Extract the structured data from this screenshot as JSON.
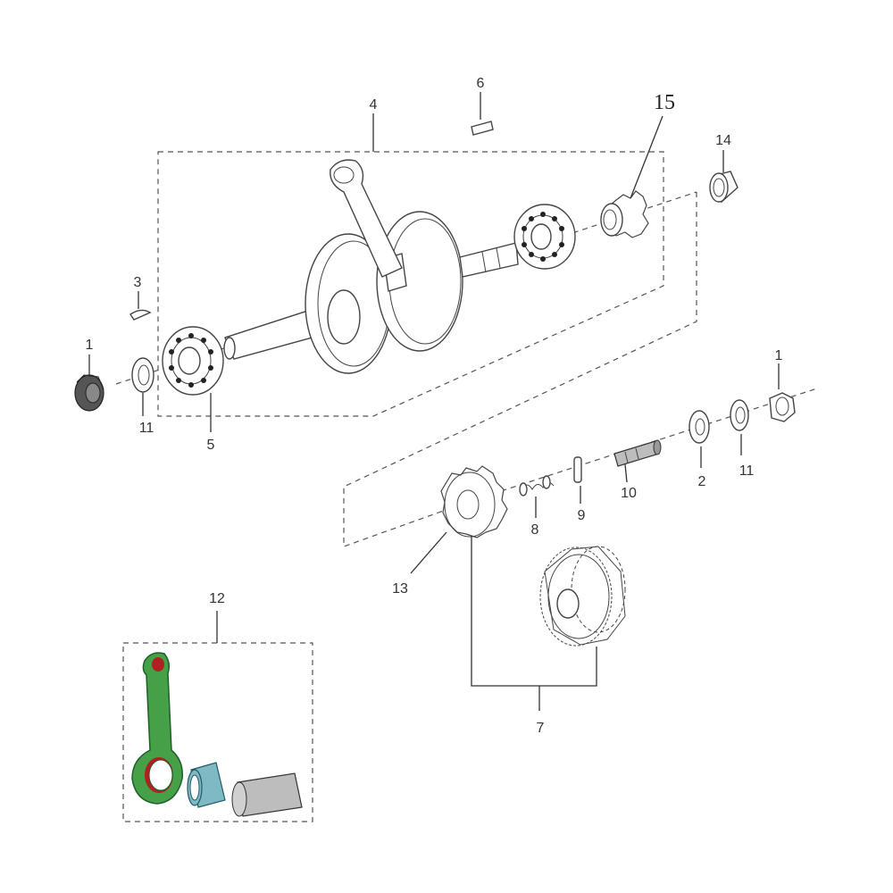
{
  "callouts": {
    "c1_left": "1",
    "c1_right": "1",
    "c2": "2",
    "c3": "3",
    "c4": "4",
    "c5": "5",
    "c6": "6",
    "c7": "7",
    "c8": "8",
    "c9": "9",
    "c10": "10",
    "c11_left": "11",
    "c11_right": "11",
    "c12": "12",
    "c13": "13",
    "c14": "14",
    "c15": "15"
  },
  "colors": {
    "rod_green": "#45a047",
    "rod_red": "#b02020",
    "bearing_teal": "#7fb9c4",
    "pin_grey": "#bdbdbd",
    "line": "#444444"
  }
}
